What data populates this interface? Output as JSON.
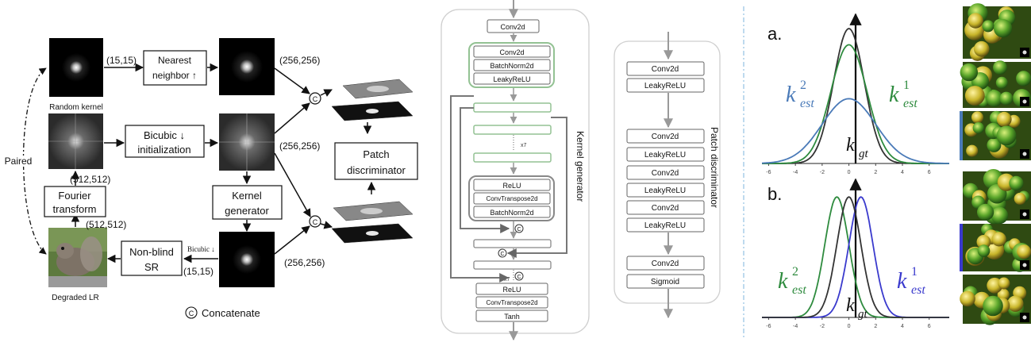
{
  "pipeline": {
    "random_kernel_label": "Random kernel",
    "degraded_lr_label": "Degraded LR",
    "paired_label": "Paired",
    "dim_15a": "(15,15)",
    "dim_15b": "(15,15)",
    "dim_256a": "(256,256)",
    "dim_256b": "(256,256)",
    "dim_256c": "(256,256)",
    "dim_512a": "(512,512)",
    "dim_512b": "(512,512)",
    "nearest_line1": "Nearest",
    "nearest_line2": "neighbor ↑",
    "bicubic_line1": "Bicubic ↓",
    "bicubic_line2": "initialization",
    "fourier_line1": "Fourier",
    "fourier_line2": "transform",
    "kernel_gen_line1": "Kernel",
    "kernel_gen_line2": "generator",
    "nonblind_line1": "Non-blind",
    "nonblind_line2": "SR",
    "bicubic_small": "Bicubic ↓",
    "patch_line1": "Patch",
    "patch_line2": "discriminator",
    "concat_symbol": "C",
    "concat_label": "Concatenate"
  },
  "kernel_generator": {
    "title": "Kernel generator",
    "top": "Conv2d",
    "block1": [
      "Conv2d",
      "BatchNorm2d",
      "LeakyReLU"
    ],
    "x7a": "x7",
    "block2": [
      "ReLU",
      "ConvTranspose2d",
      "BatchNorm2d"
    ],
    "x7b": "x7",
    "concat": "C",
    "tail": [
      "ReLU",
      "ConvTranspose2d",
      "Tanh"
    ]
  },
  "patch_discriminator": {
    "title": "Patch discriminator",
    "layers1": [
      "Conv2d",
      "LeakyReLU"
    ],
    "layers2": [
      "Conv2d",
      "LeakyReLU",
      "Conv2d",
      "LeakyReLU",
      "Conv2d",
      "LeakyReLU"
    ],
    "layers3": [
      "Conv2d",
      "Sigmoid"
    ]
  },
  "plots": {
    "a_label": "a.",
    "b_label": "b.",
    "a_ticks": [
      "-6",
      "-4",
      "-2",
      "0",
      "2",
      "4",
      "6"
    ],
    "b_ticks": [
      "-6",
      "-4",
      "-2",
      "0",
      "2",
      "4",
      "6"
    ],
    "k_letter": "k",
    "k_est2_sup": "2",
    "k_est1_sup": "1",
    "est_sub": "est",
    "gt_sub": "gt",
    "colors": {
      "blue": "#4a7ab8",
      "green": "#2e8b3e",
      "black": "#333333",
      "navy": "#3a3acd"
    }
  }
}
